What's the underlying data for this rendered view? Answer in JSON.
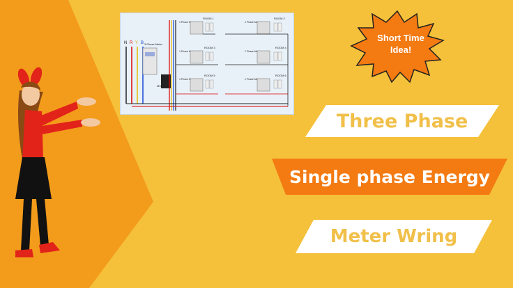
{
  "badge": {
    "text_line1": "Short Time",
    "text_line2": "Idea!"
  },
  "banners": {
    "line1": "Three Phase",
    "line2": "Single phase Energy",
    "line3": "Meter Wring"
  },
  "diagram": {
    "supply_labels": [
      "N",
      "R",
      "Y",
      "B"
    ],
    "main_meter_label": "3 Phase Meter",
    "mcb_label": "MCB",
    "room_labels": [
      "ROOM 1",
      "ROOM 2",
      "ROOM 3",
      "ROOM 4",
      "ROOM 5",
      "ROOM 6"
    ],
    "sub_meter_label": "1 Phase Meter"
  },
  "colors": {
    "background": "#f5c13a",
    "left_panel": "#f39b1b",
    "accent_orange": "#f47a12",
    "banner_white": "#ffffff",
    "text_yellow": "#f1c04a"
  }
}
